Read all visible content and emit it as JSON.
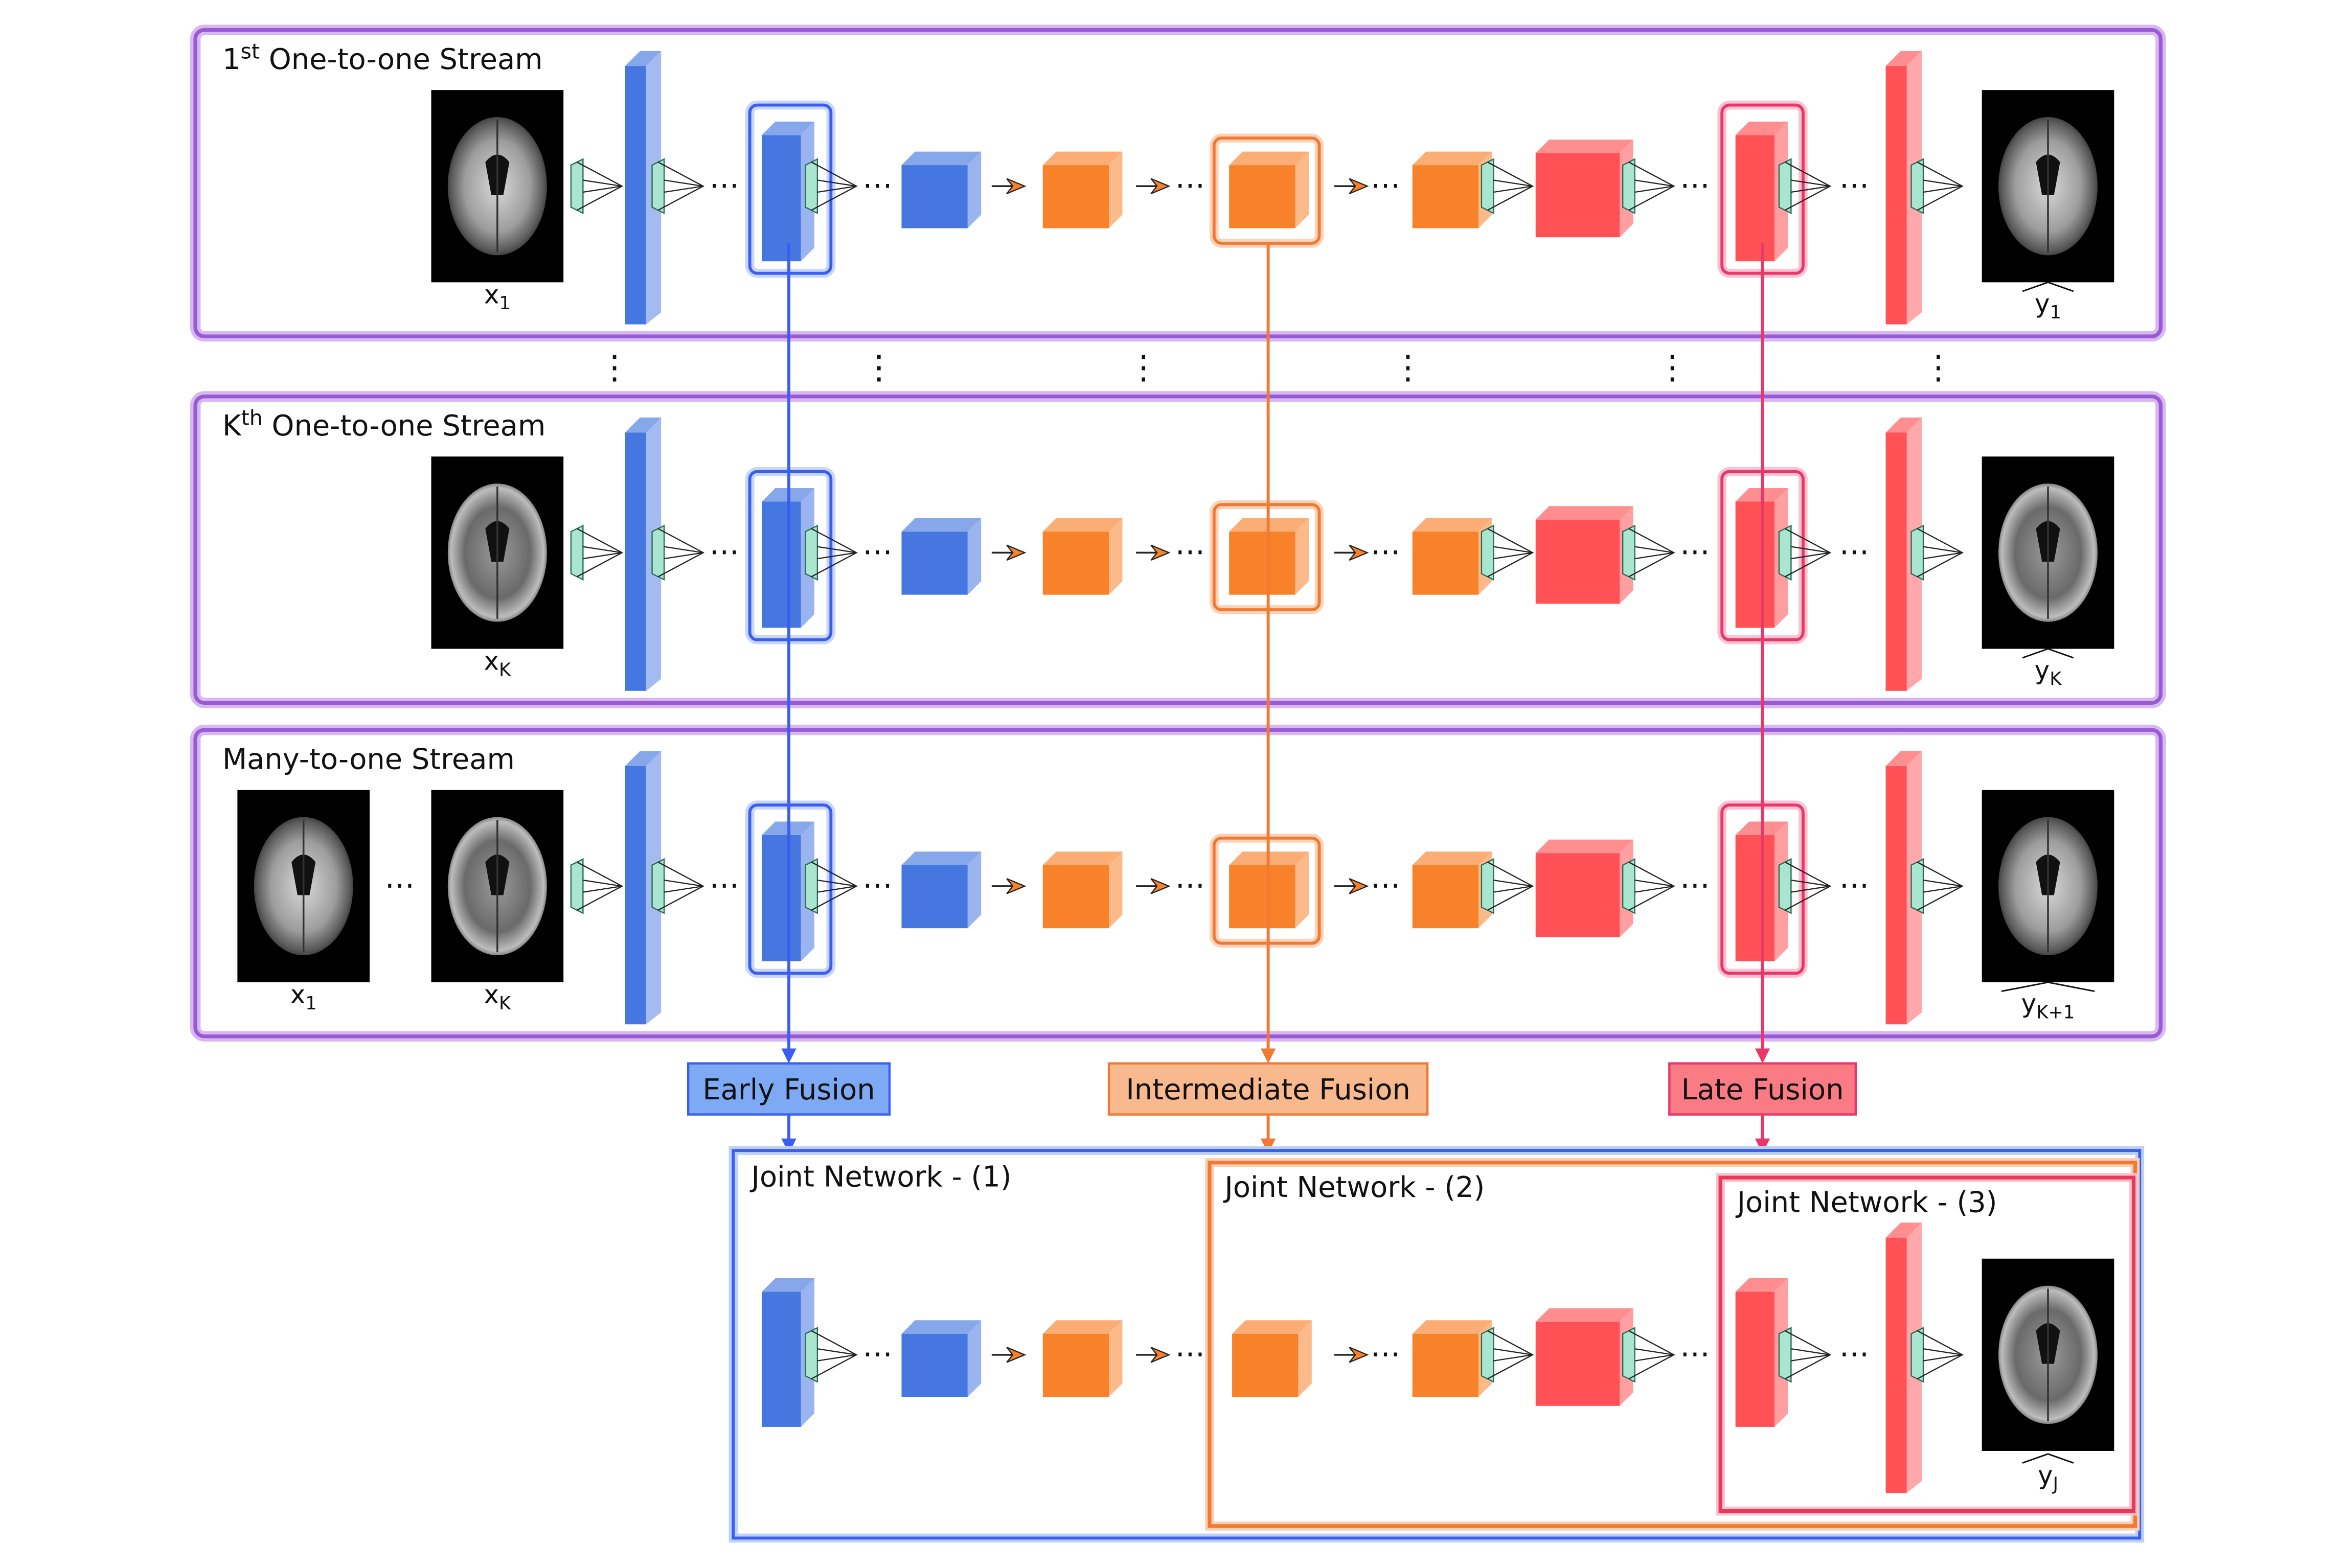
{
  "streams": [
    {
      "title": "1",
      "title_sup": "st",
      "title_rest": " One-to-one Stream",
      "inputs": [
        "x",
        "1"
      ],
      "output": [
        "y",
        "1"
      ]
    },
    {
      "title": "K",
      "title_sup": "th",
      "title_rest": " One-to-one Stream",
      "inputs": [
        "x",
        "K"
      ],
      "output": [
        "y",
        "K"
      ]
    },
    {
      "title": "Many-to-one Stream",
      "title_sup": "",
      "title_rest": "",
      "inputs": [
        "x",
        "1",
        "x",
        "K"
      ],
      "output": [
        "y",
        "K+1"
      ]
    }
  ],
  "fusions": [
    {
      "label": "Early Fusion",
      "color": "#3a5ff0",
      "fill": "#7eaaf5"
    },
    {
      "label": "Intermediate Fusion",
      "color": "#f07a34",
      "fill": "#f9b98f"
    },
    {
      "label": "Late Fusion",
      "color": "#e8386a",
      "fill": "#fb7b85"
    }
  ],
  "joint_networks": [
    {
      "label": "Joint Network - (1)"
    },
    {
      "label": "Joint Network - (2)"
    },
    {
      "label": "Joint Network - (3)",
      "output": [
        "y",
        "J"
      ]
    }
  ],
  "separator": "⋯",
  "vertical_separator": "⋮",
  "colors": {
    "stream_border": "#9a5ad6",
    "encoder_blue": "#4677e0",
    "bottleneck_orange": "#f7822a",
    "decoder_red": "#ff5156",
    "kernel_green": "#a8e6cf"
  },
  "icons": [
    "brain-mri-image",
    "conv-kernel-icon",
    "arrow-icon"
  ]
}
